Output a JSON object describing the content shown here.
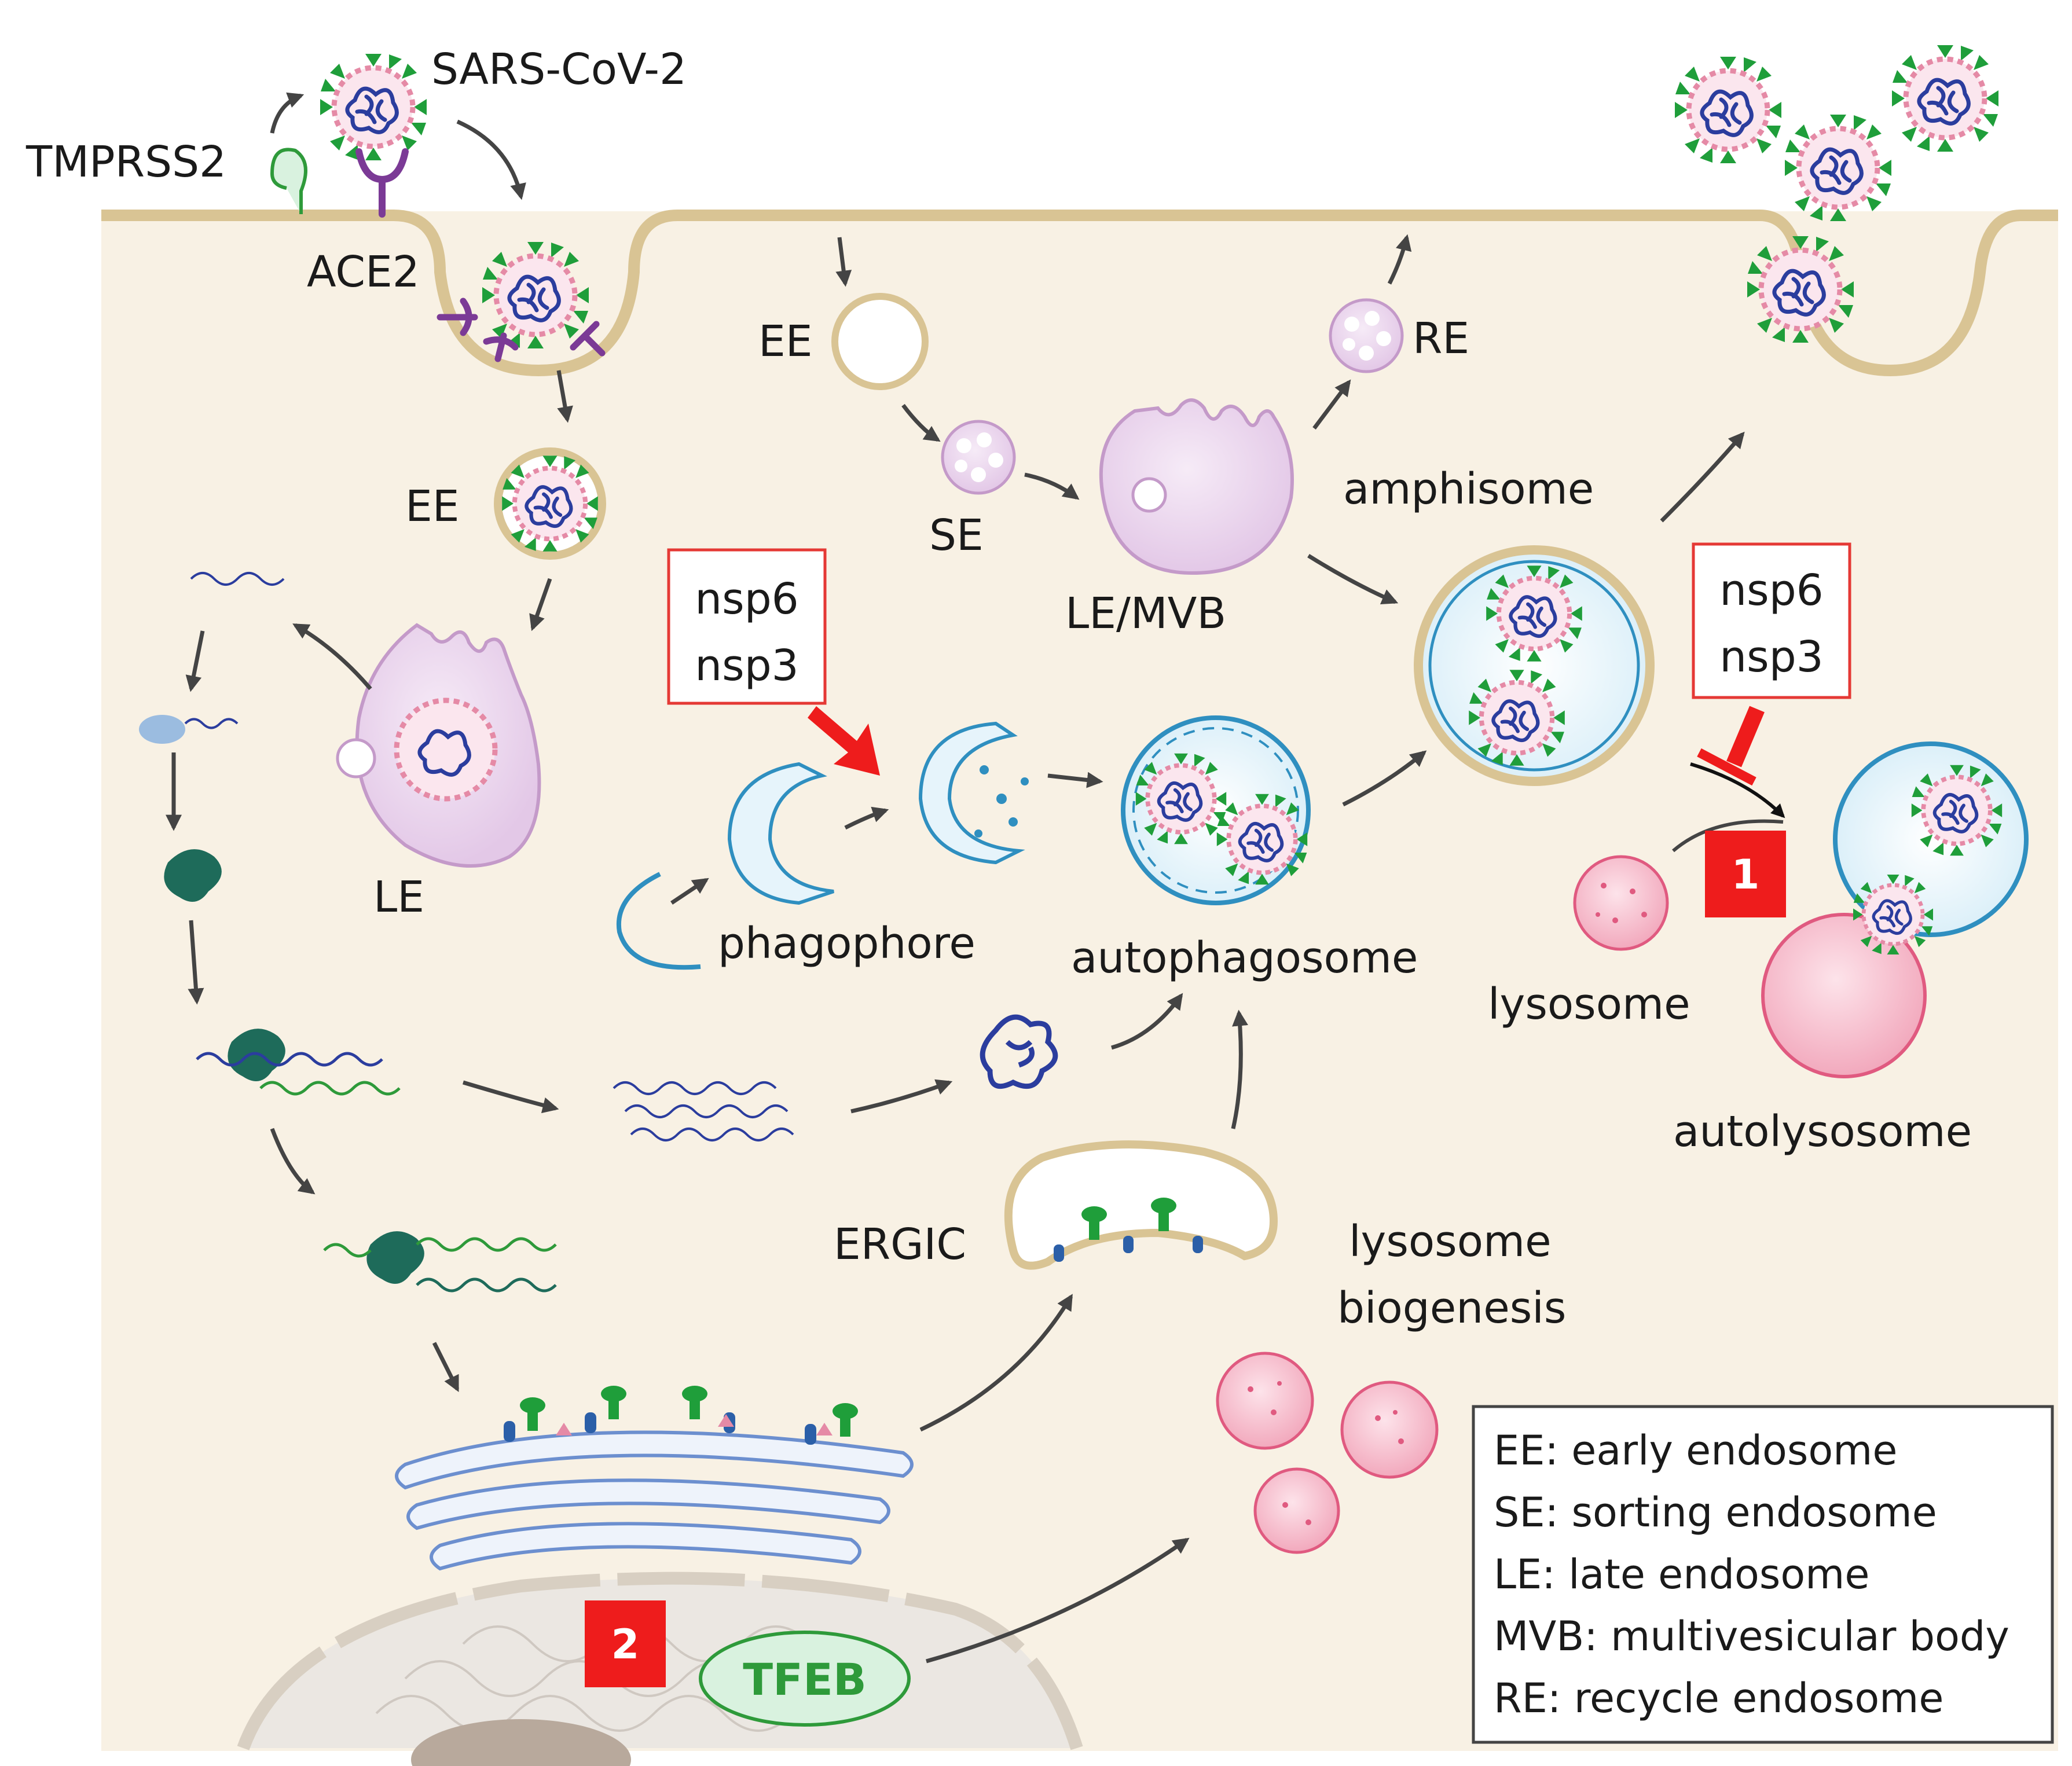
{
  "labels": {
    "sars": "SARS-CoV-2",
    "tmprss2": "TMPRSS2",
    "ace2": "ACE2",
    "ee_left": "EE",
    "ee_top": "EE",
    "se": "SE",
    "re": "RE",
    "le": "LE",
    "le_mvb": "LE/MVB",
    "amphisome": "amphisome",
    "phagophore": "phagophore",
    "autophagosome": "autophagosome",
    "lysosome": "lysosome",
    "autolysosome": "autolysosome",
    "ergic": "ERGIC",
    "lyso_bio_1": "lysosome",
    "lyso_bio_2": "biogenesis",
    "tfeb": "TFEB"
  },
  "boxes": {
    "left_line1": "nsp6",
    "left_line2": "nsp3",
    "right_line1": "nsp6",
    "right_line2": "nsp3"
  },
  "badges": {
    "one": "1",
    "two": "2"
  },
  "legend": [
    "EE:  early endosome",
    "SE:  sorting endosome",
    "LE: late endosome",
    "MVB: multivesicular body",
    "RE: recycle endosome"
  ],
  "colors": {
    "cytoplasm": "#f8f1e4",
    "membrane": "#d9c494",
    "endosome": "#e9d3ec",
    "lysosome": "#f2bccb",
    "autophagy_blue": "#2f8fc0",
    "spike_green": "#1f9e3a",
    "badge_red": "#ee1c1c",
    "nsp_arrow_red": "#ee1c1c"
  }
}
